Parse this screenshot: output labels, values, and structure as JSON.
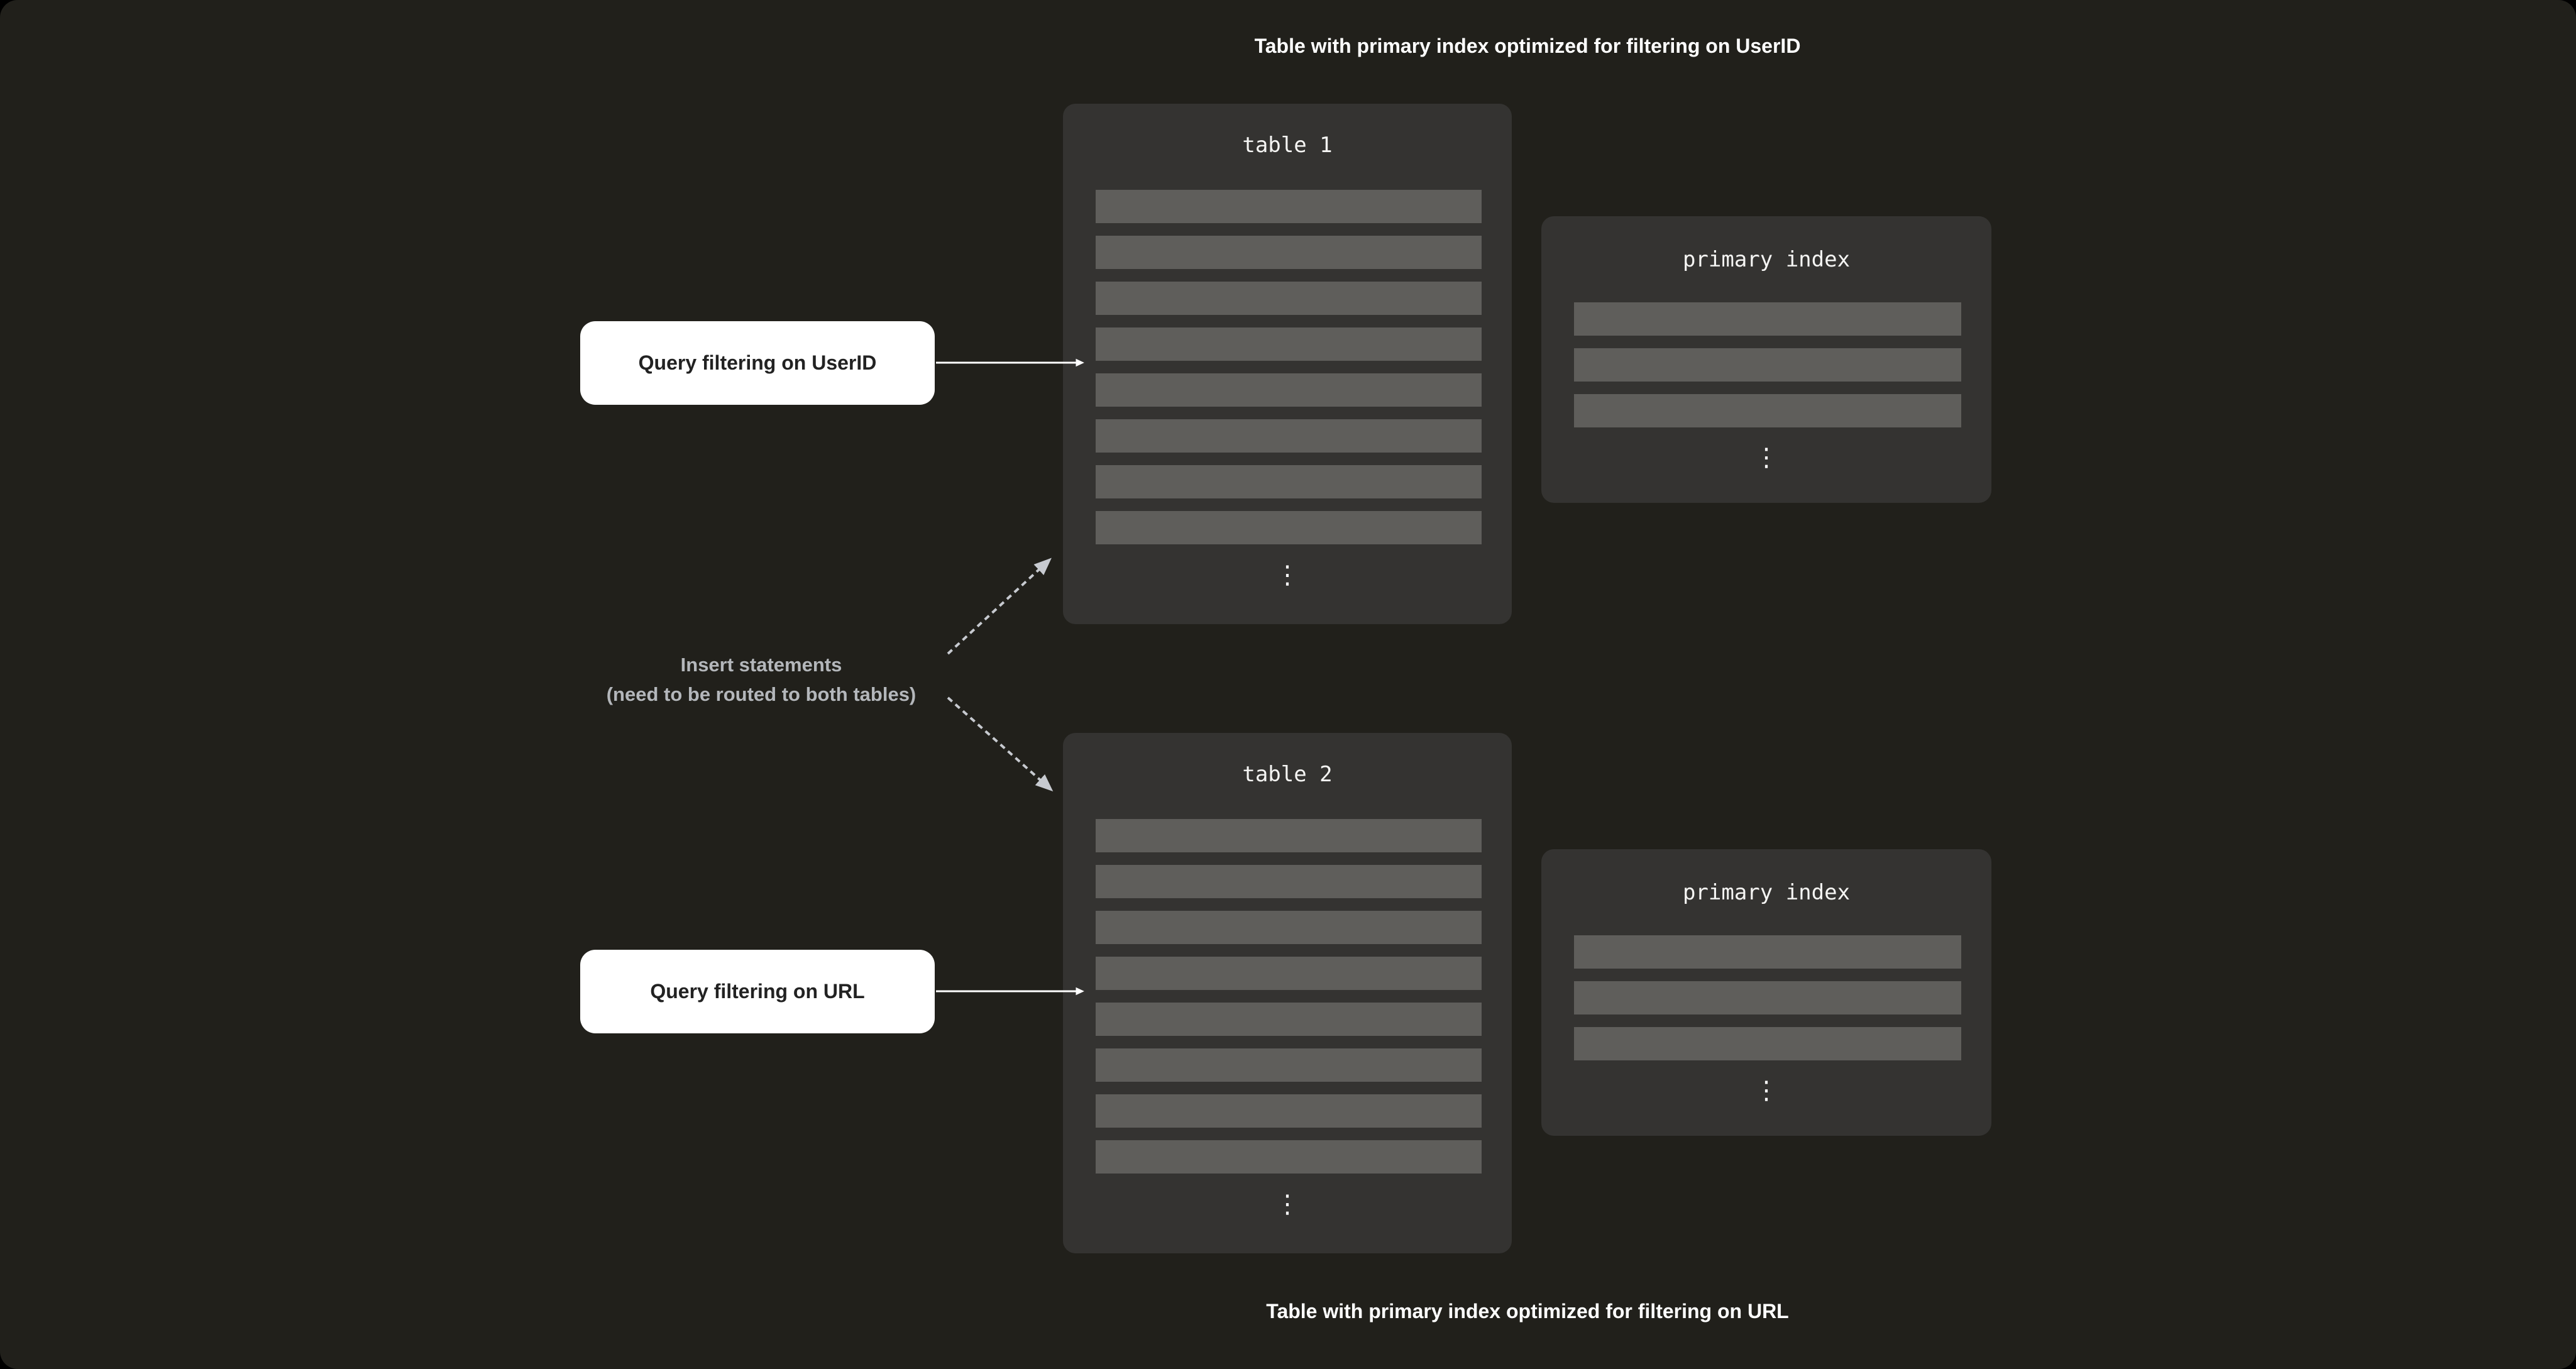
{
  "diagram": {
    "top_caption": "Table with primary index optimized for filtering on UserID",
    "bottom_caption": "Table with primary index optimized for filtering on URL",
    "cards": {
      "table1": {
        "title": "table 1",
        "row_count": 8,
        "ellipsis": "⋮"
      },
      "table2": {
        "title": "table 2",
        "row_count": 8,
        "ellipsis": "⋮"
      },
      "index1": {
        "title": "primary index",
        "row_count": 3,
        "ellipsis": "⋮"
      },
      "index2": {
        "title": "primary index",
        "row_count": 3,
        "ellipsis": "⋮"
      }
    },
    "labels": {
      "query_userid": "Query filtering on UserID",
      "query_url": "Query filtering on URL",
      "insert_line1": "Insert statements",
      "insert_line2": "(need to be routed to both tables)"
    },
    "colors": {
      "background": "#21201b",
      "card": "#343331",
      "row_bar": "#5f5e5b",
      "label_bg": "#ffffff",
      "label_text": "#222222",
      "caption_text": "#ffffff",
      "note_text": "#b4b7bb",
      "solid_arrow": "#ffffff",
      "dashed_arrow": "#c7cad0"
    }
  }
}
